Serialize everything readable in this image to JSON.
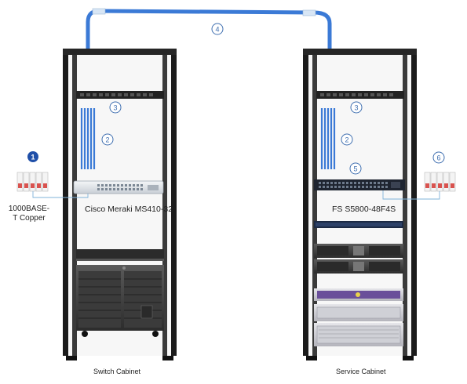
{
  "labels": {
    "switch_model": "Cisco Meraki MS410-32",
    "fs_model": "FS S5800-48F4S",
    "copper_module": "1000BASE-T Copper",
    "switch_cabinet": "Switch Cabinet",
    "service_cabinet": "Service Cabinet"
  },
  "callouts": {
    "c1": "1",
    "c2_left": "2",
    "c2_right": "2",
    "c3_left": "3",
    "c3_right": "3",
    "c4": "4",
    "c5": "5",
    "c6": "6"
  },
  "colors": {
    "cable_blue": "#3b7ad6",
    "callout_blue": "#3f6fb0",
    "callout_filled": "#1f4fa8",
    "rack_black": "#1b1b1b",
    "fiber_link": "#7fb3d9"
  }
}
